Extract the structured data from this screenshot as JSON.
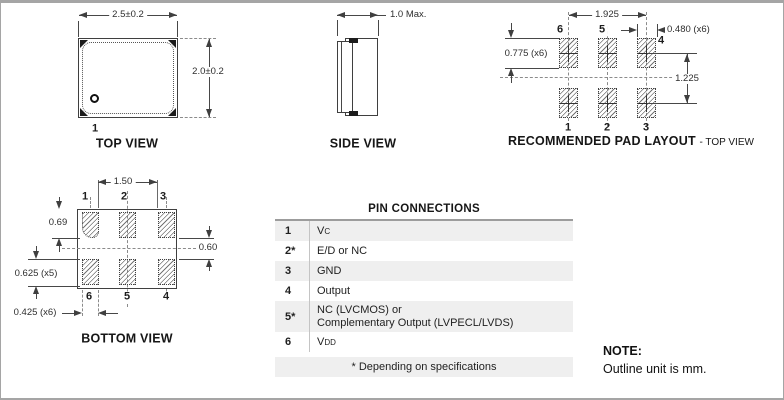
{
  "views": {
    "top": {
      "title": "TOP VIEW",
      "pin1": "1",
      "dim_width": "2.5±0.2",
      "dim_height": "2.0±0.2"
    },
    "side": {
      "title": "SIDE VIEW",
      "dim_thickness": "1.0 Max."
    },
    "pad_layout": {
      "title": "RECOMMENDED PAD LAYOUT",
      "title_suffix": "- TOP VIEW",
      "dim_span": "1.925",
      "dim_pad_width": "0.480 (x6)",
      "dim_pad_height": "0.775 (x6)",
      "dim_row_pitch": "1.225",
      "labels_top": [
        "6",
        "5",
        "4"
      ],
      "labels_bottom": [
        "1",
        "2",
        "3"
      ]
    },
    "bottom": {
      "title": "BOTTOM VIEW",
      "dim_inner_span": "1.50",
      "dim_pad1_height": "0.69",
      "dim_row_gap": "0.60",
      "dim_pad_height": "0.625 (x5)",
      "dim_pad_width": "0.425 (x6)",
      "labels_top": [
        "1",
        "2",
        "3"
      ],
      "labels_bottom": [
        "6",
        "5",
        "4"
      ]
    }
  },
  "pin_table": {
    "title": "PIN CONNECTIONS",
    "rows": [
      {
        "pin": "1",
        "shaded": true,
        "desc": [
          [
            {
              "t": "V"
            },
            {
              "t": "C",
              "small": true
            }
          ]
        ]
      },
      {
        "pin": "2*",
        "shaded": false,
        "desc": [
          [
            {
              "t": "E/D or NC"
            }
          ]
        ]
      },
      {
        "pin": "3",
        "shaded": true,
        "desc": [
          [
            {
              "t": "GND"
            }
          ]
        ]
      },
      {
        "pin": "4",
        "shaded": false,
        "desc": [
          [
            {
              "t": "Output"
            }
          ]
        ]
      },
      {
        "pin": "5*",
        "shaded": true,
        "desc": [
          [
            {
              "t": "NC (LVCMOS) or"
            }
          ],
          [
            {
              "t": "Complementary Output (LVPECL/LVDS)"
            }
          ]
        ]
      },
      {
        "pin": "6",
        "shaded": false,
        "desc": [
          [
            {
              "t": "V"
            },
            {
              "t": "DD",
              "small": true
            }
          ]
        ]
      }
    ],
    "footnote": "* Depending on specifications"
  },
  "note": {
    "title": "NOTE:",
    "text": "Outline unit is mm."
  },
  "colors": {
    "line": "#3f3f3f",
    "row_shade": "#efefef",
    "page_border": "#a5a5a5"
  }
}
